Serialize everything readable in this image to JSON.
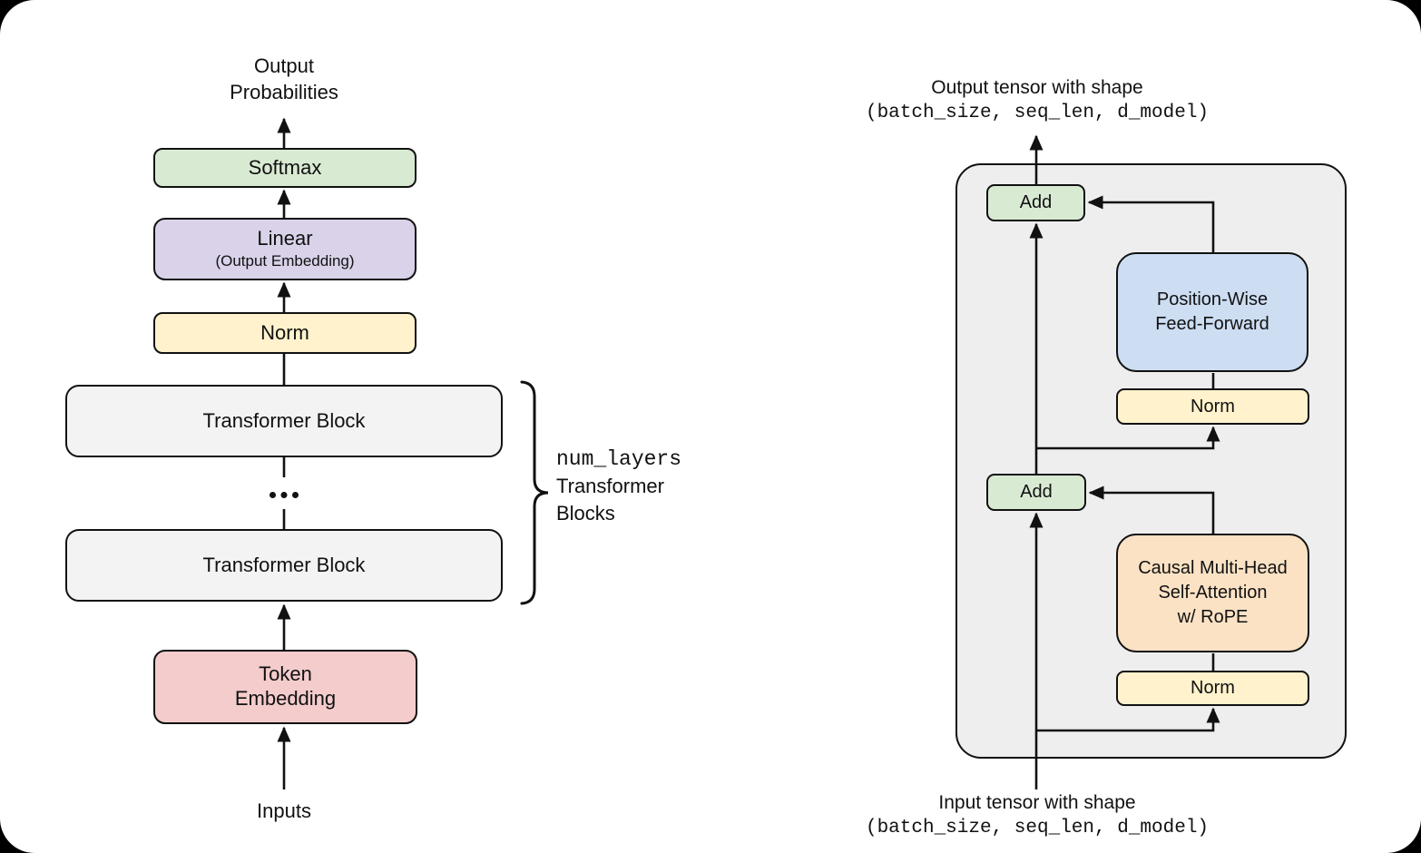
{
  "left_diagram": {
    "output_label_line1": "Output",
    "output_label_line2": "Probabilities",
    "softmax_label": "Softmax",
    "linear_title": "Linear",
    "linear_subtitle": "(Output Embedding)",
    "norm_label": "Norm",
    "transformer_block_top_label": "Transformer Block",
    "ellipsis": "...",
    "transformer_block_bottom_label": "Transformer Block",
    "brace_note_mono": "num_layers",
    "brace_note_line2": "Transformer",
    "brace_note_line3": "Blocks",
    "token_embedding_line1": "Token",
    "token_embedding_line2": "Embedding",
    "inputs_label": "Inputs"
  },
  "right_diagram": {
    "output_caption": "Output tensor with shape",
    "output_shape": "(batch_size, seq_len, d_model)",
    "add_top_label": "Add",
    "feed_forward_line1": "Position-Wise",
    "feed_forward_line2": "Feed-Forward",
    "norm_upper_label": "Norm",
    "add_bottom_label": "Add",
    "attention_line1": "Causal Multi-Head",
    "attention_line2": "Self-Attention",
    "attention_line3": "w/ RoPE",
    "norm_lower_label": "Norm",
    "input_caption": "Input tensor with shape",
    "input_shape": "(batch_size, seq_len, d_model)"
  },
  "colors": {
    "softmax_add_green": "#d9ead3",
    "linear_purple": "#d9d2e9",
    "norm_yellow": "#fff2cc",
    "transformer_block_gray": "#f3f3f3",
    "container_gray": "#eeeeee",
    "token_embedding_pink": "#f4cccc",
    "feed_forward_blue": "#cdddf2",
    "attention_orange": "#fbe2c5",
    "line_black": "#111111",
    "page_background": "#ffffff",
    "outside_background": "#000000"
  }
}
